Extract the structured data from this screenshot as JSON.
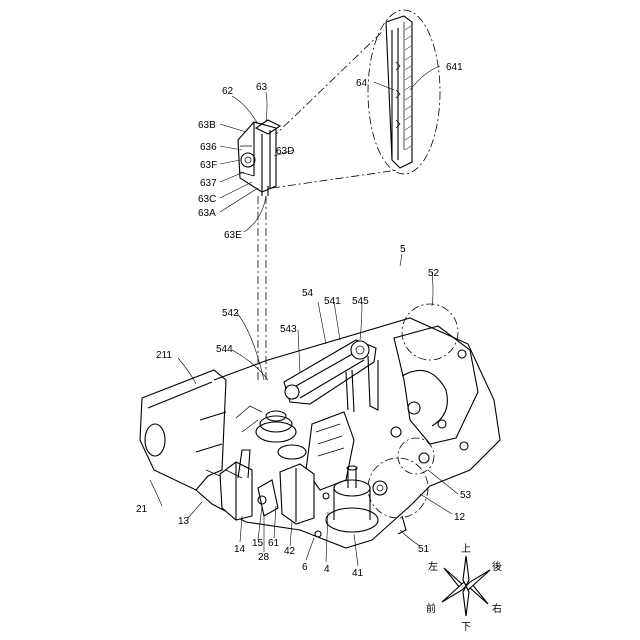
{
  "labels": {
    "l62": "62",
    "l63": "63",
    "l63B": "63B",
    "l636": "636",
    "l63F": "63F",
    "l637": "637",
    "l63C": "63C",
    "l63A": "63A",
    "l63D": "63D",
    "l63E": "63E",
    "l64": "64",
    "l641": "641",
    "l5": "5",
    "l52": "52",
    "l54": "54",
    "l541": "541",
    "l545": "545",
    "l542": "542",
    "l543": "543",
    "l544": "544",
    "l211": "211",
    "l21": "21",
    "l13": "13",
    "l14": "14",
    "l15": "15",
    "l61": "61",
    "l28": "28",
    "l42": "42",
    "l6": "6",
    "l4": "4",
    "l41": "41",
    "l51": "51",
    "l12": "12",
    "l53": "53"
  },
  "compass": {
    "up": "上",
    "back": "後",
    "left": "左",
    "right": "右",
    "front": "前",
    "down": "下"
  }
}
